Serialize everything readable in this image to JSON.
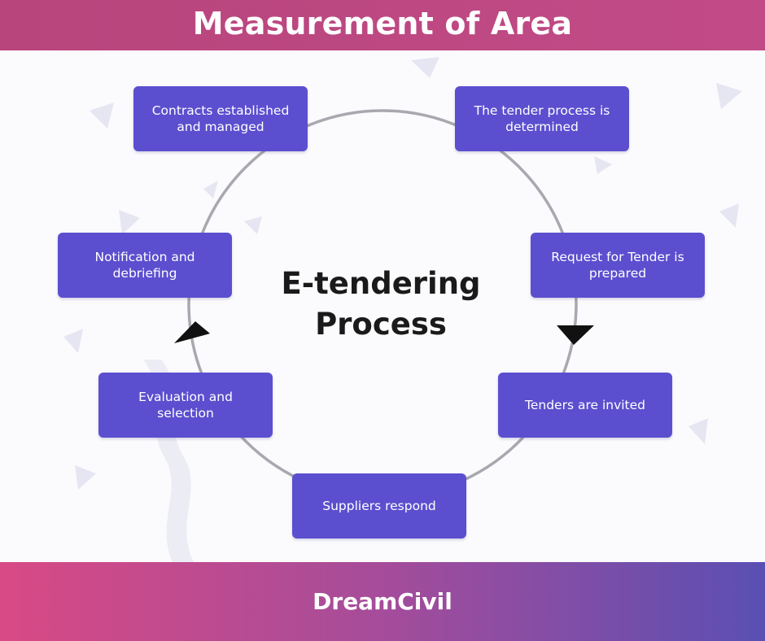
{
  "header": {
    "title": "Measurement of Area"
  },
  "diagram": {
    "center_title": "E-tendering Process",
    "steps": [
      {
        "label": "The tender process is determined"
      },
      {
        "label": "Request for Tender is prepared"
      },
      {
        "label": "Tenders are invited"
      },
      {
        "label": "Suppliers respond"
      },
      {
        "label": "Evaluation and selection"
      },
      {
        "label": "Notification and debriefing"
      },
      {
        "label": "Contracts established and managed"
      }
    ]
  },
  "footer": {
    "brand": "DreamCivil"
  },
  "colors": {
    "node_fill": "#5b4fcf",
    "header_bg": "#c24b87",
    "footer_gradient_start": "#d84a85",
    "footer_gradient_end": "#5a4fb3",
    "ring_stroke": "#a8a8b0"
  }
}
